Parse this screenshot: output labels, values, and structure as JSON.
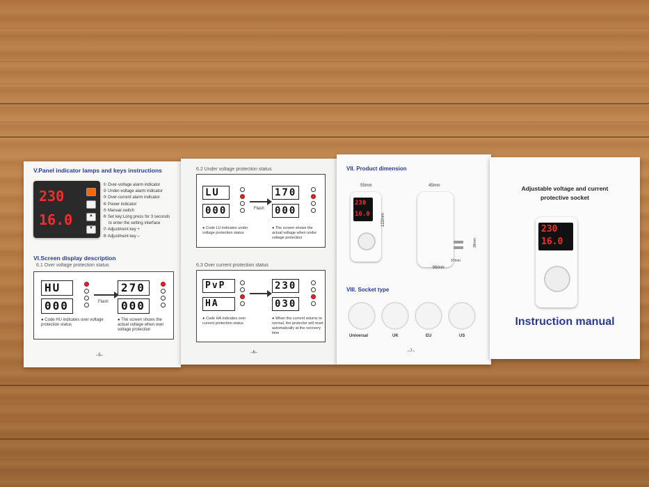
{
  "panel1": {
    "section5_title": "V.Panel indicator lamps and keys instructions",
    "device_readout_top": "230",
    "device_readout_bottom": "16.0",
    "legend": [
      "① Over-voltage alarm indicator",
      "② Under-voltage alarm indicator",
      "③ Over-current alarm indicator",
      "④ Power indicator",
      "⑤ Manual switch",
      "⑥ Set key:Long press for 3 seconds",
      "to enter the setting interface",
      "⑦ Adjustment key +",
      "⑧ Adjustment key –"
    ],
    "section6_title": "VI.Screen display description",
    "sub61": "6.1 Over voltage protection status",
    "lcd_a_top": "HU",
    "lcd_a_bottom": "000",
    "lcd_b_top": "270",
    "lcd_b_bottom": "000",
    "flash": "Flash",
    "note_left": "● Code HU indicates over voltage protection status",
    "note_right": "● The screen shows the actual voltage when over voltage protection",
    "page": "–5–"
  },
  "panel2": {
    "sub62": "6.2 Under voltage protection status",
    "lcd_a_top": "LU",
    "lcd_a_bottom": "000",
    "lcd_b_top": "170",
    "lcd_b_bottom": "000",
    "flash": "Flash",
    "note_left": "● Code LU indicates under voltage protection status",
    "note_right": "● The screen shows the actual voltage when under voltage protection",
    "sub63": "6.3 Over current protection status",
    "lcd_c_top": "PvP",
    "lcd_c_bottom": "HA",
    "lcd_d_top": "230",
    "lcd_d_bottom": "030",
    "note_left2": "● Code HA indicates over current protection status",
    "note_right2": "● When the current returns to normal, the protector will reset automatically at the recovery time",
    "page": "–6–"
  },
  "panel3": {
    "section7_title": "VII. Product dimension",
    "dim_width": "55mm",
    "dim_depth": "45mm",
    "dim_height": "122mm",
    "dim_side": "38mm",
    "dim_base": "86mm",
    "dim_plug": "37mm",
    "device_readout_top": "230",
    "device_readout_bottom": "16.0",
    "section8_title": "VIII. Socket type",
    "sockets": [
      "Universal",
      "UK",
      "EU",
      "US"
    ],
    "page": "–7–"
  },
  "panel4": {
    "title_line1": "Adjustable voltage and current",
    "title_line2": "protective socket",
    "device_readout_top": "230",
    "device_readout_bottom": "16.0",
    "manual_title": "Instruction manual"
  },
  "colors": {
    "heading_blue": "#2a3b8f",
    "led_red": "#ff2a2a",
    "wood": "#b57a45"
  }
}
